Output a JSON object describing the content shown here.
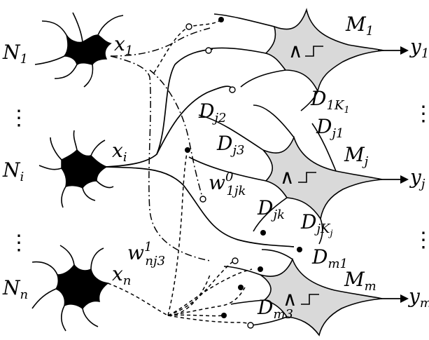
{
  "input_neurons": [
    {
      "label": "N",
      "sub": "1",
      "axon_label": "x",
      "axon_sub": "1"
    },
    {
      "label": "N",
      "sub": "i",
      "axon_label": "x",
      "axon_sub": "i"
    },
    {
      "label": "N",
      "sub": "n",
      "axon_label": "x",
      "axon_sub": "n"
    }
  ],
  "output_neurons": [
    {
      "label": "M",
      "sub": "1",
      "out_label": "y",
      "out_sub": "1",
      "and_symbol": "∧"
    },
    {
      "label": "M",
      "sub": "j",
      "out_label": "y",
      "out_sub": "j",
      "and_symbol": "∧"
    },
    {
      "label": "M",
      "sub": "m",
      "out_label": "y",
      "out_sub": "m",
      "and_symbol": "∧"
    }
  ],
  "dendrite_labels": [
    {
      "main": "D",
      "sub": "1K",
      "subsub": "1"
    },
    {
      "main": "D",
      "sub": "j1"
    },
    {
      "main": "D",
      "sub": "j2"
    },
    {
      "main": "D",
      "sub": "j3"
    },
    {
      "main": "D",
      "sub": "jk"
    },
    {
      "main": "D",
      "sub": "jK",
      "subsub": "j"
    },
    {
      "main": "D",
      "sub": "m1"
    },
    {
      "main": "D",
      "sub": "m3"
    }
  ],
  "weight_labels": [
    {
      "main": "w",
      "sup": "0",
      "sub": "1jk"
    },
    {
      "main": "w",
      "sup": "1",
      "sub": "nj3"
    }
  ],
  "ellipsis": "⋮"
}
